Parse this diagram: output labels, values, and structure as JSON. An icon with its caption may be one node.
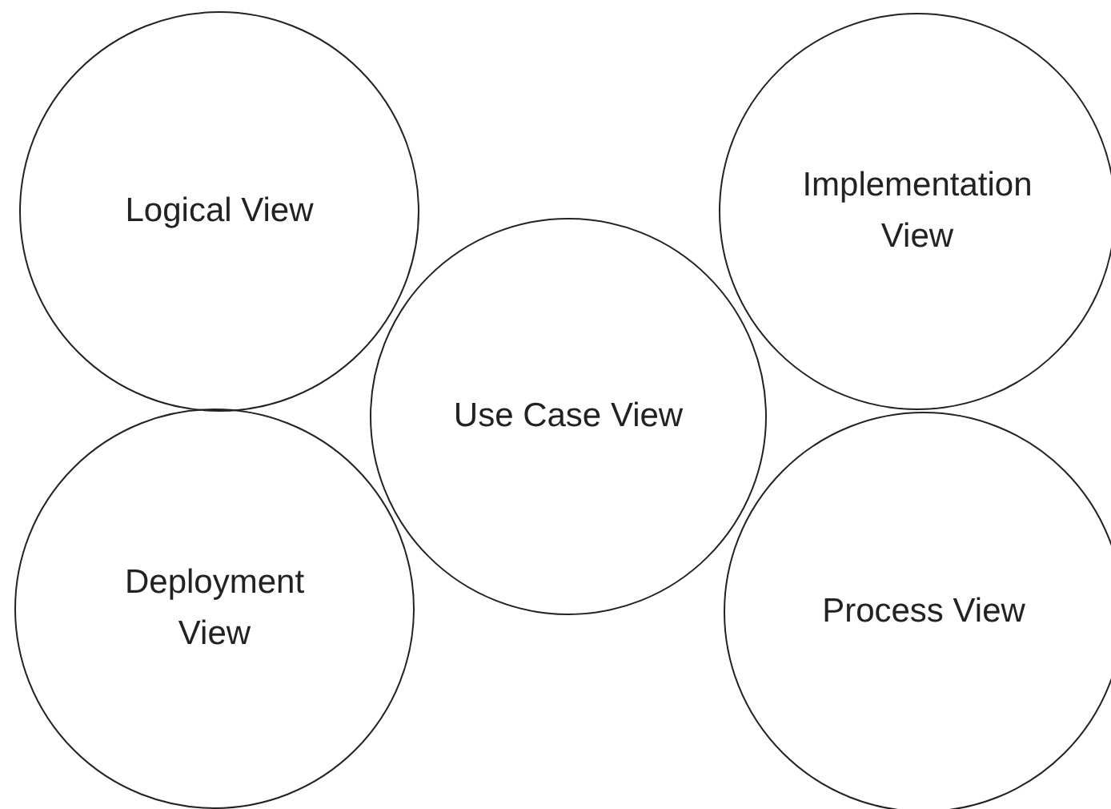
{
  "diagram": {
    "nodes": [
      {
        "text": [
          "Logical View"
        ]
      },
      {
        "text": [
          "Implementation View"
        ]
      },
      {
        "text": [
          "Use Case View"
        ]
      },
      {
        "text": [
          "Deployment View"
        ]
      },
      {
        "text": [
          "Process View"
        ]
      }
    ]
  }
}
